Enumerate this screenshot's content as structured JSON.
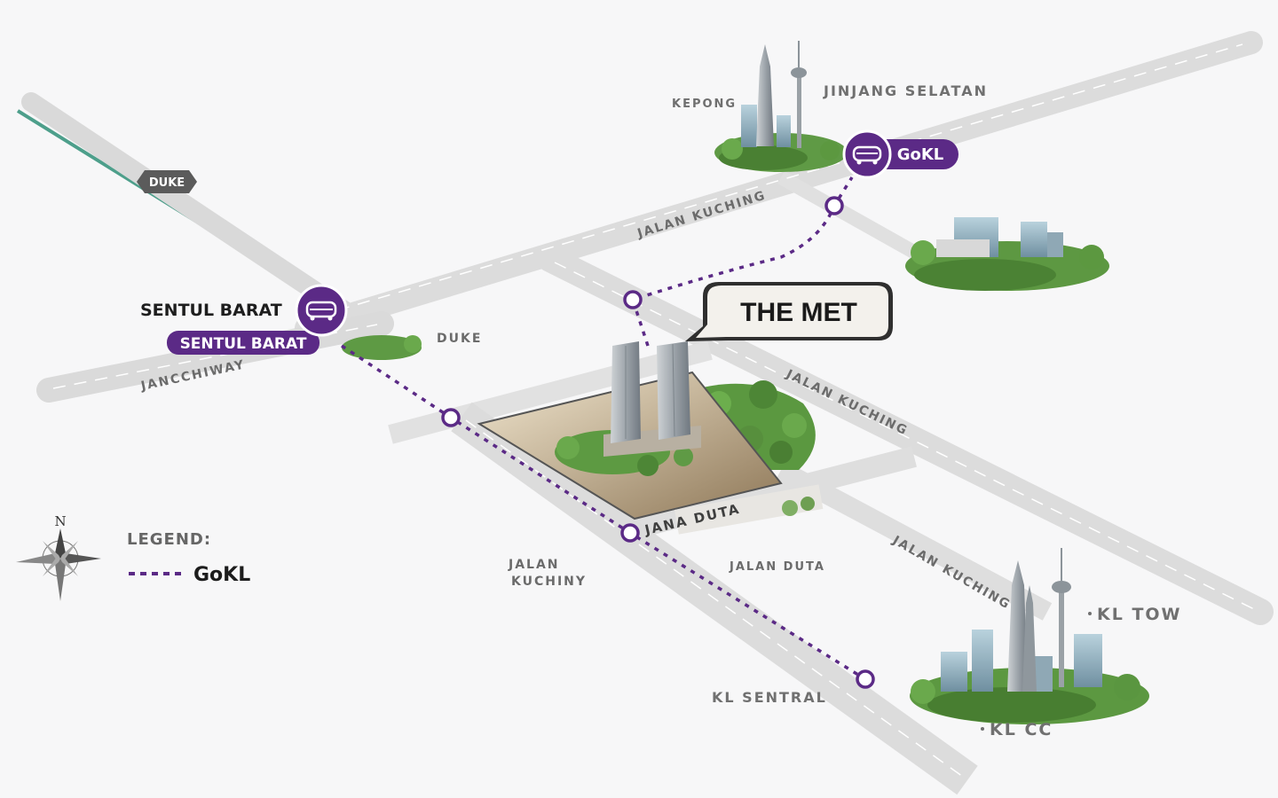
{
  "map": {
    "callout": {
      "title": "THE MET"
    },
    "stations": [
      {
        "id": "sentul-barat",
        "name": "SENTUL BARAT",
        "pill": "SENTUL BARAT"
      },
      {
        "id": "gokl-north",
        "pill": "GoKL"
      }
    ],
    "road_labels": {
      "jalan_kuching_north": "JALAN KUCHING",
      "jalan_kuching_east": "JALAN KUCHING",
      "jalan_kuching_se": "JALAN KUCHING",
      "jangchiway": "JANCCHIWAY",
      "duke_sign": "DUKE",
      "duke_text": "DUKE",
      "jalan_duta_main": "JANA DUTA",
      "jalan_duta_lower": "JALAN DUTA",
      "jalan_kuching_sw_1": "JALAN",
      "jalan_kuching_sw_2": "KUCHINY"
    },
    "places": {
      "kepong": "KEPONG",
      "jinjang": "JINJANG SELATAN",
      "kl_tower": "KL TOW",
      "kl_cc": "KL CC",
      "kl_sentral": "KL SENTRAL"
    },
    "legend": {
      "title": "LEGEND:",
      "item": "GoKL"
    },
    "compass": {
      "north": "N"
    },
    "colors": {
      "gokl_purple": "#5b2a86",
      "road": "#dedede",
      "rail_teal": "#3f9a86",
      "greenery": "#4f8a3a"
    }
  }
}
